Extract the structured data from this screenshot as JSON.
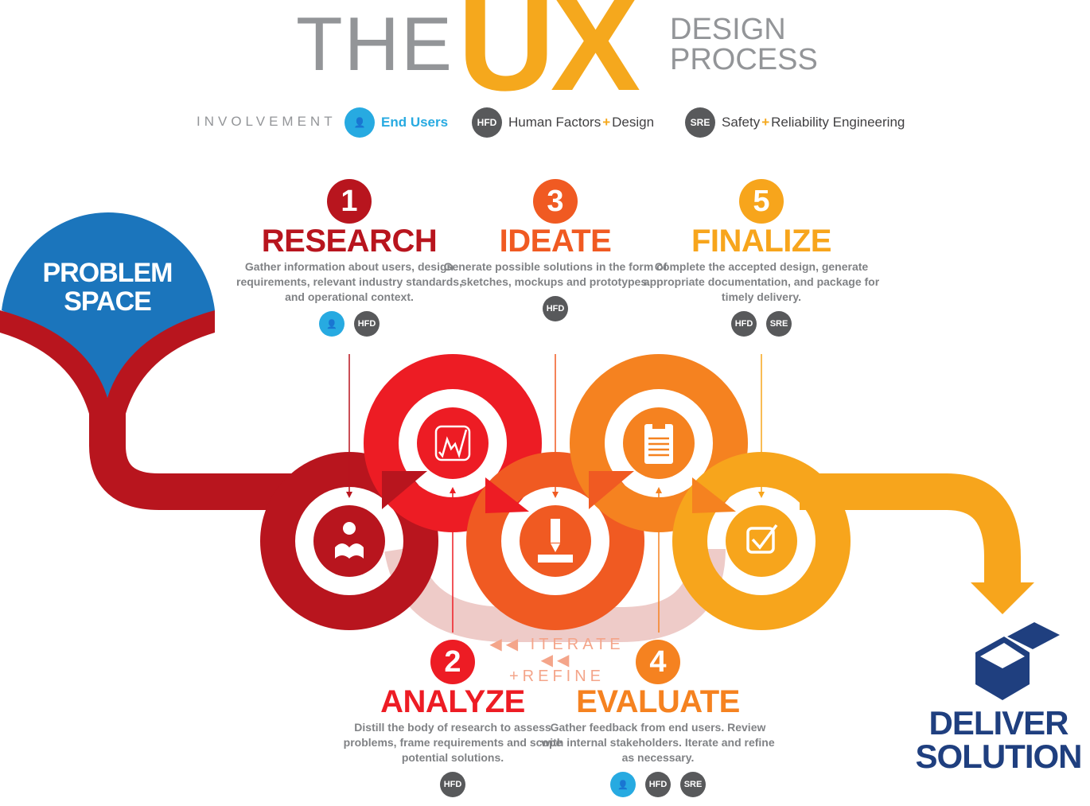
{
  "title": {
    "the": "THE",
    "ux": "UX",
    "line1": "DESIGN",
    "line2": "PROCESS"
  },
  "involvement": {
    "label": "INVOLVEMENT",
    "end_users": "End Users",
    "hfd_badge": "HFD",
    "hfd_a": "Human Factors",
    "hfd_plus": "+",
    "hfd_b": "Design",
    "sre_badge": "SRE",
    "sre_a": "Safety",
    "sre_plus": "+",
    "sre_b": "Reliability Engineering"
  },
  "problem_space": {
    "line1": "PROBLEM",
    "line2": "SPACE"
  },
  "steps": [
    {
      "number": "1",
      "title": "RESEARCH",
      "color": "#b8151e",
      "desc": "Gather information about users, design requirements, relevant industry standards, and operational context.",
      "badges": [
        "HFD"
      ]
    },
    {
      "number": "2",
      "title": "ANALYZE",
      "color": "#ed1c24",
      "desc": "Distill the body of research to assess problems, frame requirements and scope potential solutions.",
      "badges": [
        "HFD"
      ]
    },
    {
      "number": "3",
      "title": "IDEATE",
      "color": "#f05a22",
      "desc": "Generate possible solutions in the form of sketches, mockups and prototypes.",
      "badges": [
        "HFD"
      ]
    },
    {
      "number": "4",
      "title": "EVALUATE",
      "color": "#f58220",
      "desc": "Gather feedback from end users. Review with internal stakeholders. Iterate and refine as necessary.",
      "badges": [
        "HFD",
        "SRE"
      ]
    },
    {
      "number": "5",
      "title": "FINALIZE",
      "color": "#f7a51c",
      "desc": "Complete the accepted design, generate appropriate documentation, and package for timely delivery.",
      "badges": [
        "HFD",
        "SRE"
      ]
    }
  ],
  "iterate": {
    "line1": "◀◀ ITERATE ◀◀",
    "line2": "+REFINE"
  },
  "deliver": {
    "line1": "DELIVER",
    "line2": "SOLUTION"
  },
  "colors": {
    "blue": "#1b75bc",
    "navy": "#1f3f7f",
    "gray": "#939598",
    "accent": "#f5a81d",
    "user": "#27aae1"
  }
}
